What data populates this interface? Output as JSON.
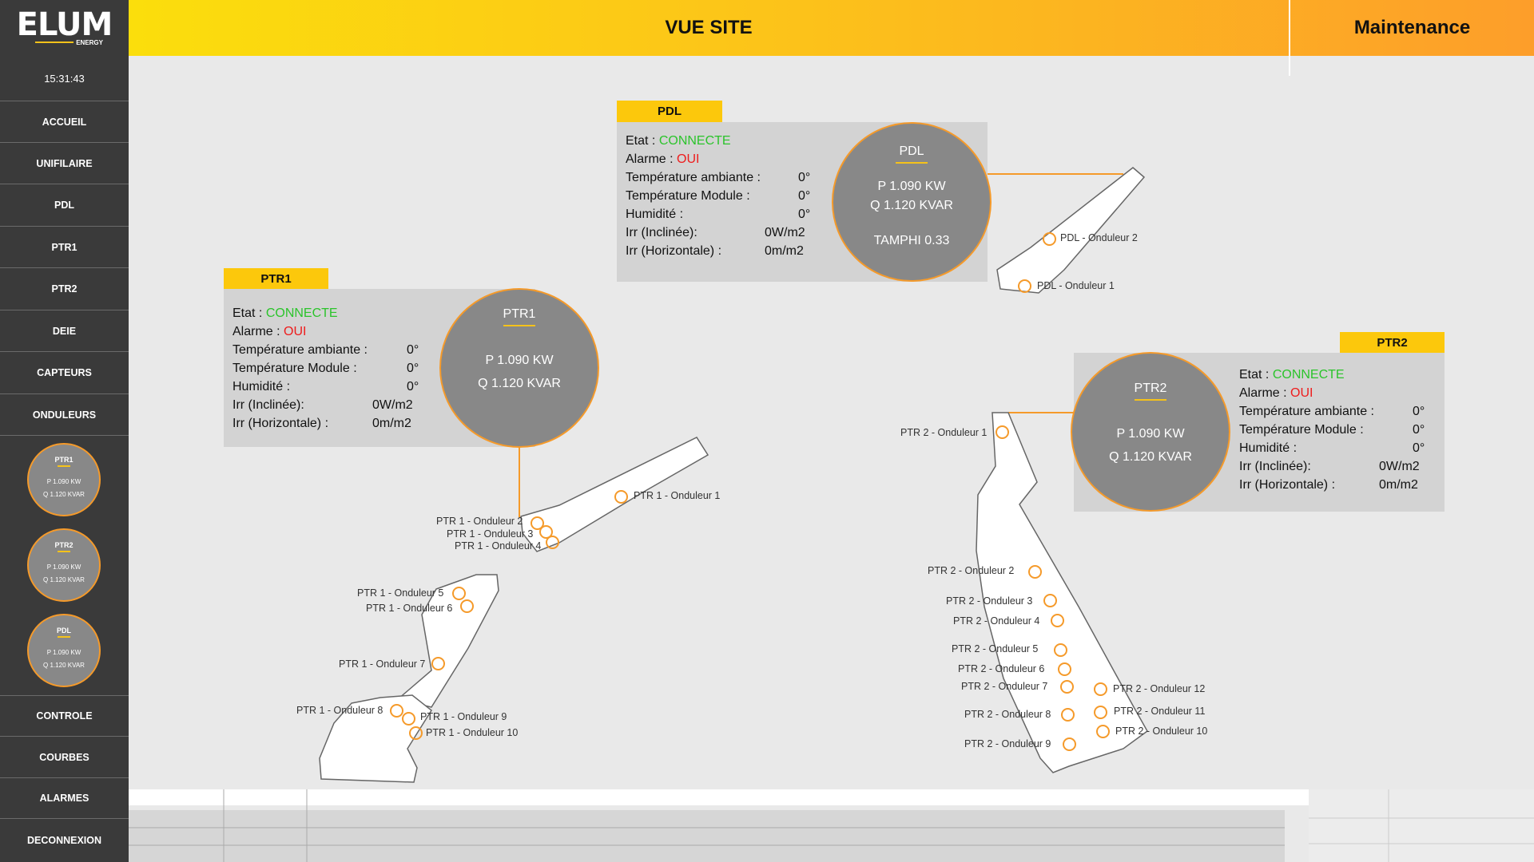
{
  "sidebar": {
    "logo": {
      "brand": "ELUM",
      "sub": "ENERGY"
    },
    "clock": "15:31:43",
    "nav_top": [
      "ACCUEIL",
      "UNIFILAIRE",
      "PDL",
      "PTR1",
      "PTR2",
      "DEIE",
      "CAPTEURS",
      "ONDULEURS"
    ],
    "mini_cards": [
      {
        "title": "PTR1",
        "p": "P 1.090 KW",
        "q": "Q 1.120 KVAR"
      },
      {
        "title": "PTR2",
        "p": "P 1.090 KW",
        "q": "Q 1.120 KVAR"
      },
      {
        "title": "PDL",
        "p": "P 1.090 KW",
        "q": "Q 1.120 KVAR"
      }
    ],
    "nav_bottom": [
      "CONTROLE",
      "COURBES",
      "ALARMES",
      "DECONNEXION"
    ]
  },
  "header": {
    "title": "VUE SITE",
    "maintenance": "Maintenance"
  },
  "labels": {
    "etat": "Etat :",
    "alarme": "Alarme :",
    "temp_amb": "Température ambiante :",
    "temp_mod": "Température Module :",
    "humidite": "Humidité :",
    "irr_incl": "Irr (Inclinée):",
    "irr_horiz": "Irr (Horizontale) :"
  },
  "panels": {
    "pdl": {
      "tag": "PDL",
      "etat": "CONNECTE",
      "alarme": "OUI",
      "temp_amb": "0°",
      "temp_mod": "0°",
      "humidite": "0°",
      "irr_incl": "0W/m2",
      "irr_horiz": "0m/m2",
      "circle": {
        "title": "PDL",
        "p": "P 1.090 KW",
        "q": "Q 1.120 KVAR",
        "extra": "TAMPHI 0.33"
      }
    },
    "ptr1": {
      "tag": "PTR1",
      "etat": "CONNECTE",
      "alarme": "OUI",
      "temp_amb": "0°",
      "temp_mod": "0°",
      "humidite": "0°",
      "irr_incl": "0W/m2",
      "irr_horiz": "0m/m2",
      "circle": {
        "title": "PTR1",
        "p": "P 1.090 KW",
        "q": "Q 1.120 KVAR"
      }
    },
    "ptr2": {
      "tag": "PTR2",
      "etat": "CONNECTE",
      "alarme": "OUI",
      "temp_amb": "0°",
      "temp_mod": "0°",
      "humidite": "0°",
      "irr_incl": "0W/m2",
      "irr_horiz": "0m/m2",
      "circle": {
        "title": "PTR2",
        "p": "P 1.090 KW",
        "q": "Q 1.120 KVAR"
      }
    }
  },
  "onduleurs": {
    "pdl": [
      "PDL - Onduleur 2",
      "PDL - Onduleur 1"
    ],
    "ptr1": [
      "PTR 1 - Onduleur 1",
      "PTR 1 - Onduleur 2",
      "PTR 1 - Onduleur 3",
      "PTR 1 - Onduleur 4",
      "PTR 1 - Onduleur 5",
      "PTR 1 - Onduleur 6",
      "PTR 1 - Onduleur 7",
      "PTR 1 - Onduleur 8",
      "PTR 1 - Onduleur 9",
      "PTR 1 - Onduleur 10"
    ],
    "ptr2": [
      "PTR 2 - Onduleur 1",
      "PTR 2 - Onduleur 2",
      "PTR 2 - Onduleur 3",
      "PTR 2 - Onduleur 4",
      "PTR 2 - Onduleur 5",
      "PTR 2 - Onduleur 6",
      "PTR 2 - Onduleur 7",
      "PTR 2 - Onduleur 8",
      "PTR 2 - Onduleur 9",
      "PTR 2 - Onduleur 10",
      "PTR 2 - Onduleur 11",
      "PTR 2 - Onduleur 12"
    ]
  },
  "colors": {
    "accent": "#fcc80c",
    "ring": "#f59a2a",
    "ok": "#2bc42b",
    "alarm": "#ee1c1c",
    "sidebar": "#3a3a3a"
  }
}
